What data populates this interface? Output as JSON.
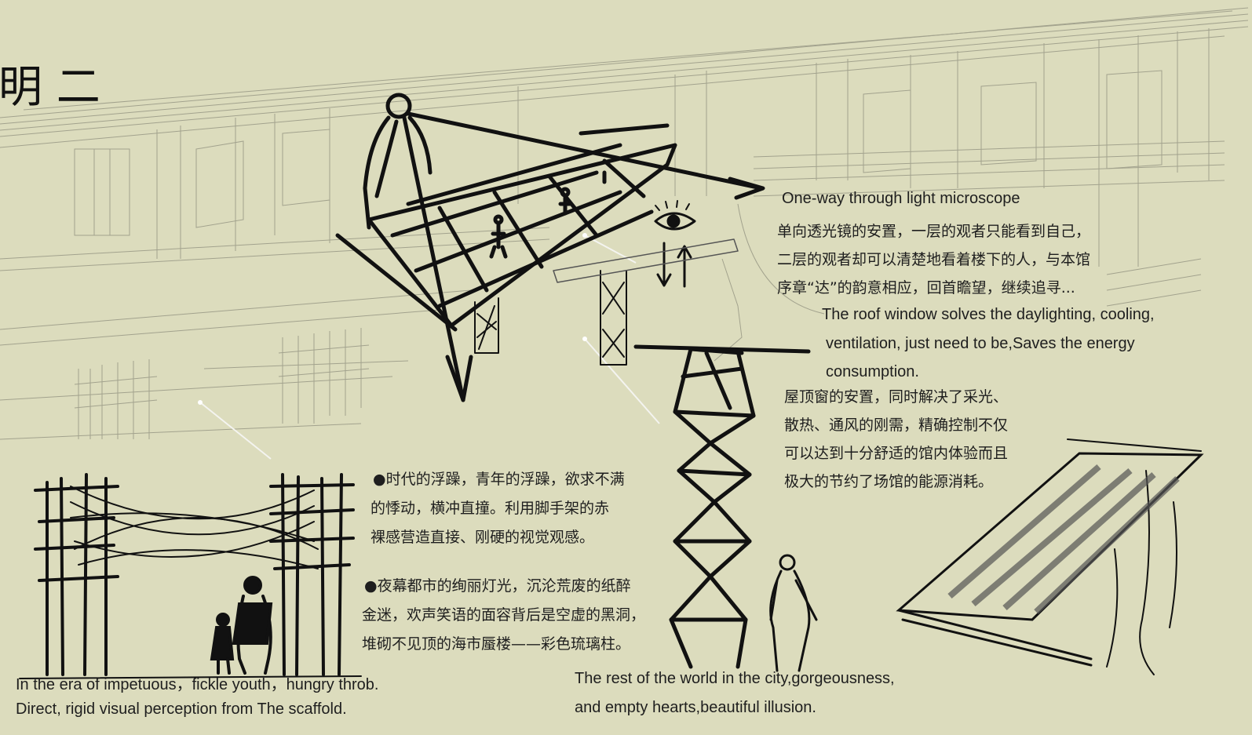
{
  "page": {
    "title": "说明 二",
    "background": "#dcdcbd",
    "ink": "#111111",
    "faint_line": "#9d9d8a"
  },
  "annotations": {
    "microscope_en": "One-way through light microscope",
    "microscope_zh": [
      "单向透光镜的安置，一层的观者只能看到自己，",
      "二层的观者却可以清楚地看着楼下的人，与本馆",
      "序章“达”的韵意相应，回首瞻望，继续追寻..."
    ],
    "roof_en": [
      "The roof window solves the daylighting, cooling,",
      "ventilation, just need to be,Saves the energy",
      "consumption."
    ],
    "roof_zh": [
      "屋顶窗的安置，同时解决了采光、",
      "散热、通风的刚需，精确控制不仅",
      "可以达到十分舒适的馆内体验而且",
      "极大的节约了场馆的能源消耗。"
    ],
    "era_zh": [
      "●时代的浮躁，青年的浮躁，欲求不满",
      "的悸动，横冲直撞。利用脚手架的赤",
      "裸感营造直接、刚硬的视觉观感。"
    ],
    "night_zh": [
      "●夜幕都市的绚丽灯光，沉沦荒废的纸醉",
      "金迷，欢声笑语的面容背后是空虚的黑洞，",
      "堆砌不见顶的海市蜃楼——彩色琉璃柱。"
    ],
    "era_en": [
      "In the era of impetuous，fickle youth，hungry throb.",
      "Direct, rigid visual perception from The scaffold."
    ],
    "city_en": [
      "The rest of the world in the city,gorgeousness,",
      "and empty hearts,beautiful illusion."
    ]
  }
}
